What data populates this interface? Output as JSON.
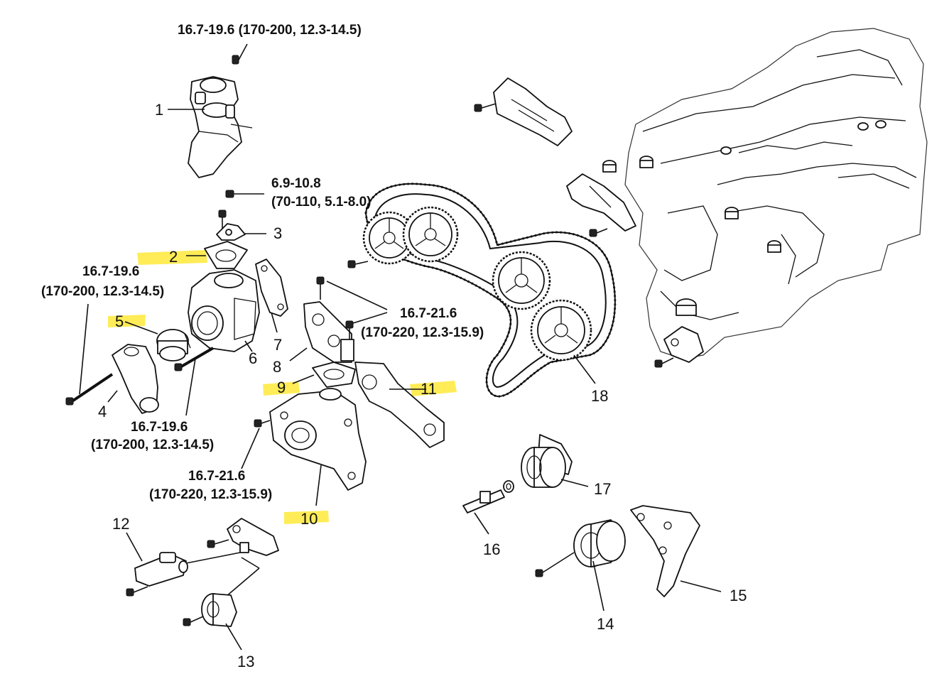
{
  "torque_specs": {
    "top": "16.7-19.6 (170-200, 12.3-14.5)",
    "mid_a": "6.9-10.8",
    "mid_b": "(70-110, 5.1-8.0)",
    "left_a": "16.7-19.6",
    "left_b": "(170-200, 12.3-14.5)",
    "right_a": "16.7-21.6",
    "right_b": "(170-220, 12.3-15.9)",
    "lower_a": "16.7-19.6",
    "lower_b": "(170-200, 12.3-14.5)",
    "pump_a": "16.7-21.6",
    "pump_b": "(170-220, 12.3-15.9)"
  },
  "labels": {
    "p1": "1",
    "p2": "2",
    "p3": "3",
    "p4": "4",
    "p5": "5",
    "p6": "6",
    "p7": "7",
    "p8": "8",
    "p9": "9",
    "p10": "10",
    "p11": "11",
    "p12": "12",
    "p13": "13",
    "p14": "14",
    "p15": "15",
    "p16": "16",
    "p17": "17",
    "p18": "18"
  },
  "colors": {
    "highlight": "#ffe93a",
    "ink": "#111111",
    "background": "#ffffff"
  }
}
